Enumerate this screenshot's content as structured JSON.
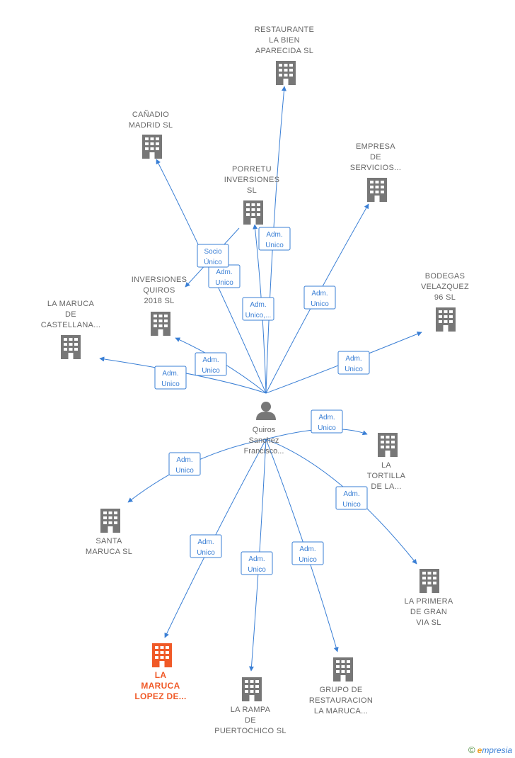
{
  "colors": {
    "edge": "#3a7fd5",
    "building": "#777777",
    "building_highlight": "#f05a28",
    "label": "#666666"
  },
  "center": {
    "name": "Quiros Sanchez Francisco...",
    "lines": [
      "Quiros",
      "Sanchez",
      "Francisco..."
    ],
    "icon": "person-icon"
  },
  "nodes": [
    {
      "id": "restaurante-la-bien-aparecida",
      "lines": [
        "RESTAURANTE",
        "LA BIEN",
        "APARECIDA  SL"
      ],
      "icon": "building-icon",
      "highlight": false
    },
    {
      "id": "canadio-madrid",
      "lines": [
        "CAÑADIO",
        "MADRID SL"
      ],
      "icon": "building-icon",
      "highlight": false
    },
    {
      "id": "empresa-de-servicios",
      "lines": [
        "EMPRESA",
        "DE",
        "SERVICIOS..."
      ],
      "icon": "building-icon",
      "highlight": false
    },
    {
      "id": "porretu-inversiones",
      "lines": [
        "PORRETU",
        "INVERSIONES",
        "SL"
      ],
      "icon": "building-icon",
      "highlight": false
    },
    {
      "id": "inversiones-quiros-2018",
      "lines": [
        "INVERSIONES",
        "QUIROS",
        "2018  SL"
      ],
      "icon": "building-icon",
      "highlight": false
    },
    {
      "id": "bodegas-velazquez-96",
      "lines": [
        "BODEGAS",
        "VELAZQUEZ",
        "96  SL"
      ],
      "icon": "building-icon",
      "highlight": false
    },
    {
      "id": "la-maruca-de-castellana",
      "lines": [
        "LA MARUCA",
        "DE",
        "CASTELLANA..."
      ],
      "icon": "building-icon",
      "highlight": false
    },
    {
      "id": "la-tortilla-de-la",
      "lines": [
        "LA",
        "TORTILLA",
        "DE LA..."
      ],
      "icon": "building-icon",
      "highlight": false
    },
    {
      "id": "santa-maruca",
      "lines": [
        "SANTA",
        "MARUCA  SL"
      ],
      "icon": "building-icon",
      "highlight": false
    },
    {
      "id": "la-primera-de-gran-via",
      "lines": [
        "LA PRIMERA",
        "DE GRAN",
        "VIA  SL"
      ],
      "icon": "building-icon",
      "highlight": false
    },
    {
      "id": "la-maruca-lopez-de",
      "lines": [
        "LA",
        "MARUCA",
        "LOPEZ DE..."
      ],
      "icon": "building-icon",
      "highlight": true
    },
    {
      "id": "la-rampa-de-puertochico",
      "lines": [
        "LA RAMPA",
        "DE",
        "PUERTOCHICO SL"
      ],
      "icon": "building-icon",
      "highlight": false
    },
    {
      "id": "grupo-de-restauracion-la-maruca",
      "lines": [
        "GRUPO DE",
        "RESTAURACION",
        "LA MARUCA..."
      ],
      "icon": "building-icon",
      "highlight": false
    }
  ],
  "edges": [
    {
      "target": "restaurante-la-bien-aparecida",
      "lines": [
        "Adm.",
        "Unico"
      ]
    },
    {
      "target": "canadio-madrid",
      "lines": [
        "Adm.",
        "Unico"
      ]
    },
    {
      "target": "empresa-de-servicios",
      "lines": [
        "Adm.",
        "Unico"
      ]
    },
    {
      "target": "porretu-inversiones",
      "lines": [
        "Adm.",
        "Unico,..."
      ]
    },
    {
      "target": "inversiones-quiros-2018",
      "lines": [
        "Adm.",
        "Unico"
      ]
    },
    {
      "target": "bodegas-velazquez-96",
      "lines": [
        "Adm.",
        "Unico"
      ]
    },
    {
      "target": "la-maruca-de-castellana",
      "lines": [
        "Adm.",
        "Unico"
      ]
    },
    {
      "target": "la-tortilla-de-la",
      "lines": [
        "Adm.",
        "Unico"
      ]
    },
    {
      "target": "santa-maruca",
      "lines": [
        "Adm.",
        "Unico"
      ]
    },
    {
      "target": "la-primera-de-gran-via",
      "lines": [
        "Adm.",
        "Unico"
      ]
    },
    {
      "target": "la-maruca-lopez-de",
      "lines": [
        "Adm.",
        "Unico"
      ]
    },
    {
      "target": "la-rampa-de-puertochico",
      "lines": [
        "Adm.",
        "Unico"
      ]
    },
    {
      "target": "grupo-de-restauracion-la-maruca",
      "lines": [
        "Adm.",
        "Unico"
      ]
    },
    {
      "source": "porretu-inversiones",
      "target": "inversiones-quiros-2018",
      "lines": [
        "Socio",
        "Único"
      ]
    }
  ],
  "footer": {
    "copyright": "©",
    "brand_initial": "e",
    "brand_rest": "mpresia"
  }
}
